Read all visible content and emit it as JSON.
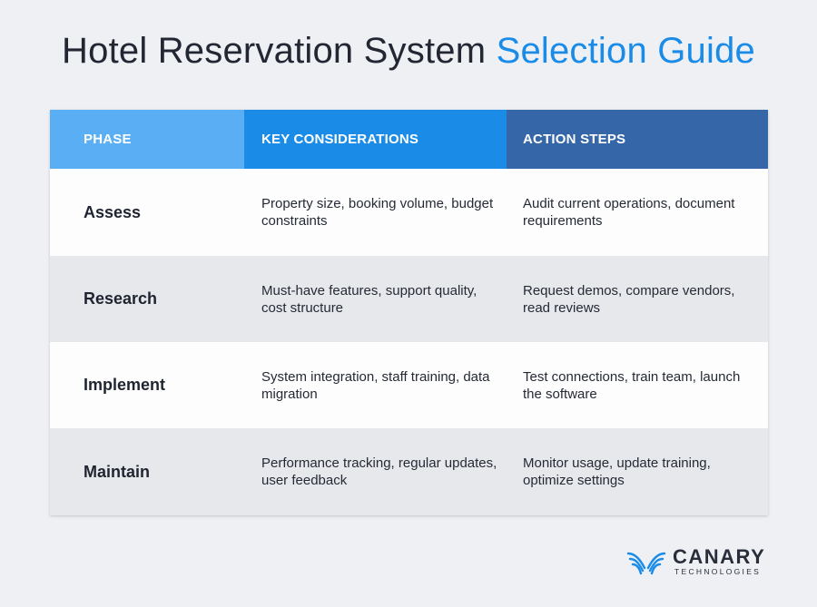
{
  "title": {
    "main": "Hotel Reservation System",
    "accent": "Selection Guide"
  },
  "colors": {
    "accent": "#1a8ce8",
    "header_phase": "#5aaef3",
    "header_considerations": "#1a8ce8",
    "header_actions": "#3567a8"
  },
  "table": {
    "headers": [
      "PHASE",
      "KEY CONSIDERATIONS",
      "ACTION STEPS"
    ],
    "rows": [
      {
        "phase": "Assess",
        "considerations": "Property size, booking volume, budget constraints",
        "actions": "Audit current operations, document requirements"
      },
      {
        "phase": "Research",
        "considerations": "Must-have features, support quality, cost structure",
        "actions": "Request demos, compare vendors, read reviews"
      },
      {
        "phase": "Implement",
        "considerations": "System integration, staff training, data migration",
        "actions": "Test connections, train team, launch the software"
      },
      {
        "phase": "Maintain",
        "considerations": "Performance tracking, regular updates, user feedback",
        "actions": "Monitor usage, update training, optimize settings"
      }
    ]
  },
  "logo": {
    "icon": "canary-wing-icon",
    "brand": "CANARY",
    "sub": "TECHNOLOGIES"
  }
}
